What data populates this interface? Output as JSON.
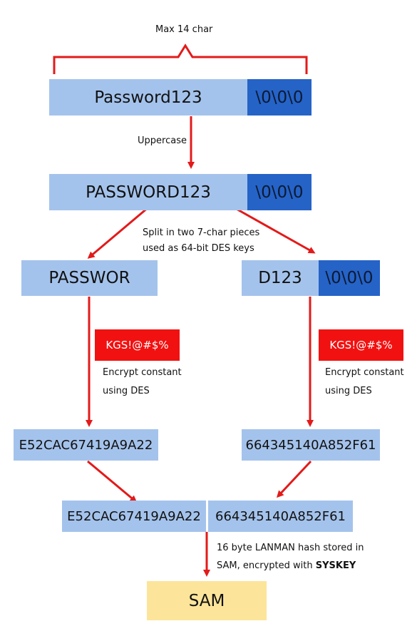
{
  "labels": {
    "max_chars": "Max 14 char",
    "uppercase": "Uppercase",
    "split_line1": "Split in two 7-char pieces",
    "split_line2": "used as 64-bit DES keys",
    "encrypt_line1": "Encrypt constant",
    "encrypt_line2": "using DES",
    "stored_line1": "16 byte LANMAN hash stored in",
    "stored_line2": "SAM, encrypted with ",
    "stored_bold": "SYSKEY"
  },
  "boxes": {
    "password": "Password123",
    "password_pad": "\\0\\0\\0",
    "upper": "PASSWORD123",
    "upper_pad": "\\0\\0\\0",
    "left_half": "PASSWOR",
    "right_half": "D123",
    "right_pad": "\\0\\0\\0",
    "constant_left": "KGS!@#$%",
    "constant_right": "KGS!@#$%",
    "hash_left": "E52CAC67419A9A22",
    "hash_right": "664345140A852F61",
    "combined_left": "E52CAC67419A9A22",
    "combined_right": "664345140A852F61",
    "sam": "SAM"
  },
  "colors": {
    "light_blue": "#a4c3ec",
    "dark_blue": "#2563c7",
    "red": "#f21111",
    "sam_yellow": "#fce59a",
    "arrow_red": "#e31a1a"
  }
}
